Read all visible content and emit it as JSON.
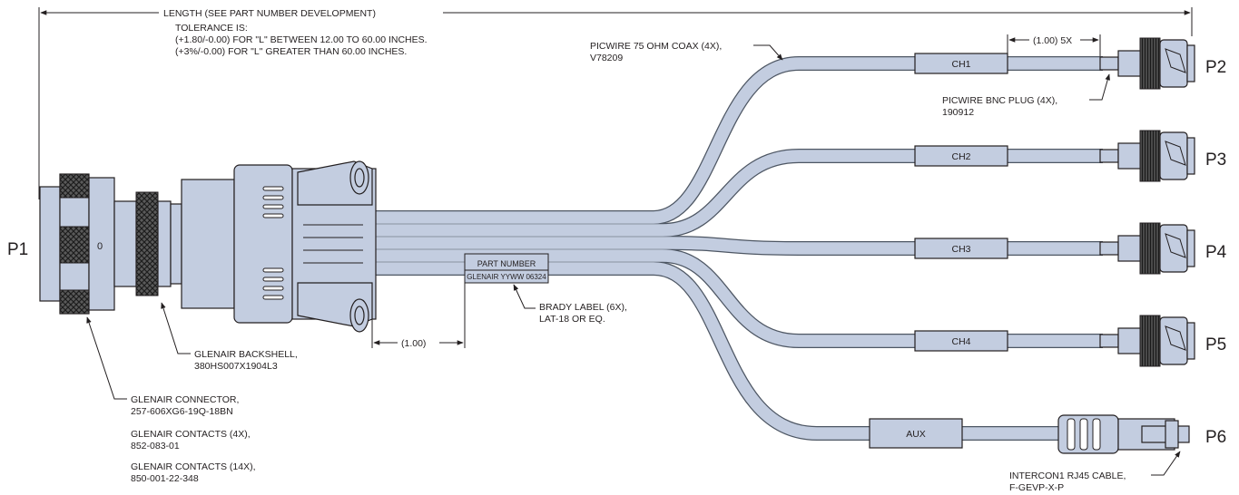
{
  "length_note": {
    "title": "LENGTH (SEE PART NUMBER DEVELOPMENT)",
    "tolerance": [
      "TOLERANCE IS:",
      "(+1.80/-0.00) FOR \"L\" BETWEEN 12.00 TO 60.00 INCHES.",
      "(+3%/-0.00) FOR \"L\" GREATER THAN 60.00 INCHES."
    ]
  },
  "connectors": {
    "p1": "P1",
    "p2": "P2",
    "p3": "P3",
    "p4": "P4",
    "p5": "P5",
    "p6": "P6",
    "p1_face_mark": "0"
  },
  "channels": [
    "CH1",
    "CH2",
    "CH3",
    "CH4",
    "AUX"
  ],
  "dimensions": {
    "label_pitch": "(1.00) 5X",
    "label_offset": "(1.00)"
  },
  "part_label": {
    "line1": "PART NUMBER",
    "line2": "GLENAIR YYWW 06324"
  },
  "callouts": {
    "coax": [
      "PICWIRE 75 OHM COAX (4X),",
      "V78209"
    ],
    "bnc": [
      "PICWIRE BNC PLUG (4X),",
      "190912"
    ],
    "brady": [
      "BRADY LABEL (6X),",
      "LAT-18 OR EQ."
    ],
    "backshell": [
      "GLENAIR BACKSHELL,",
      "380HS007X1904L3"
    ],
    "connector": [
      "GLENAIR CONNECTOR,",
      "257-606XG6-19Q-18BN"
    ],
    "contacts_a": [
      "GLENAIR CONTACTS (4X),",
      "852-083-01"
    ],
    "contacts_b": [
      "GLENAIR CONTACTS (14X),",
      "850-001-22-348"
    ],
    "rj45": [
      "INTERCON1 RJ45 CABLE,",
      "F-GEVP-X-P"
    ]
  },
  "colors": {
    "cable_fill": "#c3cde0",
    "cable_outline": "#4d5663",
    "ink": "#231f20",
    "knurl_dark": "#3a3a3a"
  }
}
